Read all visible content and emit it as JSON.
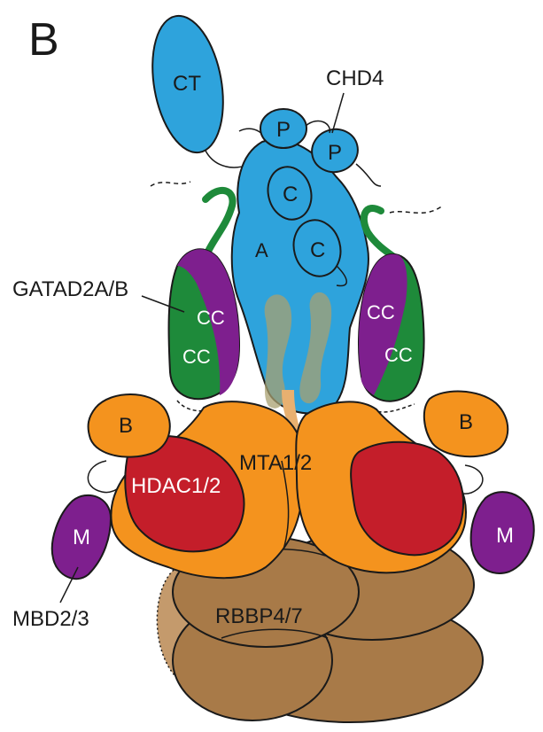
{
  "panel_letter": "B",
  "colors": {
    "chd4": "#2ea3dc",
    "gatad2": "#1e8a3a",
    "coiled_coil_purple": "#7e1f8e",
    "mta": "#f4931e",
    "hdac": "#c41e2a",
    "rbbp": "#a87a48",
    "rbbp_dashed": "#c49a6c",
    "mbd": "#7e1f8e",
    "outline": "#1a1a1a"
  },
  "labels": {
    "ct": "CT",
    "chd4": "CHD4",
    "p1": "P",
    "p2": "P",
    "c1": "C",
    "c2": "C",
    "a": "A",
    "gatad2": "GATAD2A/B",
    "cc_left_top": "CC",
    "cc_left_bottom": "CC",
    "cc_right_top": "CC",
    "cc_right_bottom": "CC",
    "b_left": "B",
    "b_right": "B",
    "mta": "MTA1/2",
    "hdac": "HDAC1/2",
    "m_left": "M",
    "m_right": "M",
    "mbd": "MBD2/3",
    "rbbp": "RBBP4/7"
  }
}
